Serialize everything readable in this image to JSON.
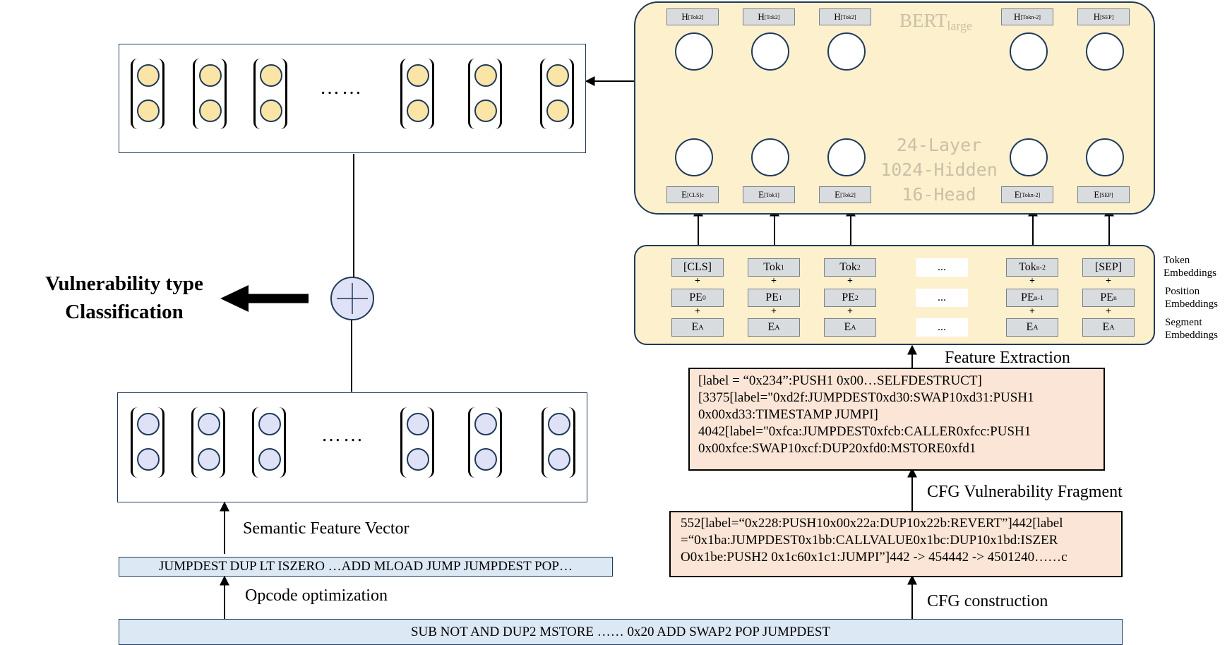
{
  "bert": {
    "title_main": "BERT",
    "title_sub": "large",
    "config_lines": [
      "24-Layer",
      "1024-Hidden",
      "16-Head"
    ],
    "h_labels": [
      {
        "base": "H",
        "sub": "[Tok2]"
      },
      {
        "base": "H",
        "sub": "[Tok2]"
      },
      {
        "base": "H",
        "sub": "[Tok2]"
      },
      {
        "base": "H",
        "sub": "[Tokn-2]"
      },
      {
        "base": "H",
        "sub": "[SEP]"
      }
    ],
    "e_labels": [
      {
        "base": "E",
        "sub": "[CLS]c"
      },
      {
        "base": "E",
        "sub": "[Tok1]"
      },
      {
        "base": "E",
        "sub": "[Tok2]"
      },
      {
        "base": "E",
        "sub": "[Tokn-2]"
      },
      {
        "base": "E",
        "sub": "[SEP]"
      }
    ]
  },
  "embeddings": {
    "token_row": [
      {
        "base": "[CLS]",
        "sub": ""
      },
      {
        "base": "Tok",
        "sub": "1"
      },
      {
        "base": "Tok",
        "sub": "2"
      },
      {
        "base": "...",
        "sub": ""
      },
      {
        "base": "Tok",
        "sub": "n-2"
      },
      {
        "base": "[SEP]",
        "sub": ""
      }
    ],
    "position_row": [
      {
        "base": "PE",
        "sub": "0"
      },
      {
        "base": "PE",
        "sub": "1"
      },
      {
        "base": "PE",
        "sub": "2"
      },
      {
        "base": "...",
        "sub": ""
      },
      {
        "base": "PE",
        "sub": "n-1"
      },
      {
        "base": "PE",
        "sub": "n"
      }
    ],
    "segment_row": [
      {
        "base": "E",
        "sub": "A"
      },
      {
        "base": "E",
        "sub": "A"
      },
      {
        "base": "E",
        "sub": "A"
      },
      {
        "base": "...",
        "sub": ""
      },
      {
        "base": "E",
        "sub": "A"
      },
      {
        "base": "E",
        "sub": "A"
      }
    ],
    "plus_sign": "+",
    "side_labels": {
      "token": [
        "Token",
        "Embeddings"
      ],
      "position": [
        "Position",
        "Embeddings"
      ],
      "segment": [
        "Segment",
        "Embeddings"
      ]
    }
  },
  "labels": {
    "feature_extraction": "Feature Extraction",
    "cfg_vulnerability_fragment": "CFG Vulnerability Fragment",
    "cfg_construction": "CFG construction",
    "semantic_feature_vector": "Semantic Feature Vector",
    "opcode_optimization": "Opcode optimization",
    "classification": [
      "Vulnerability type",
      "Classification"
    ],
    "ellipsis": "……"
  },
  "boxes": {
    "fragment_lines": [
      "[label = “0x234”:PUSH1 0x00…SELFDESTRUCT]",
      "[3375[label=\"0xd2f:JUMPDEST0xd30:SWAP10xd31:PUSH1",
      "0x00xd33:TIMESTAMP JUMPI]",
      "4042[label=\"0xfca:JUMPDEST0xfcb:CALLER0xfcc:PUSH1",
      "0x00xfce:SWAP10xcf:DUP20xfd0:MSTORE0xfd1"
    ],
    "cfg_lines": [
      "552[label=“0x228:PUSH10x00x22a:DUP10x22b:REVERT”]442[label",
      "=“0x1ba:JUMPDEST0x1bb:CALLVALUE0x1bc:DUP10x1bd:ISZER",
      "O0x1be:PUSH2 0x1c60x1c1:JUMPI”]442 -> 454442 -> 4501240……c"
    ],
    "optimized_opcodes": "JUMPDEST DUP LT ISZERO …ADD MLOAD JUMP JUMPDEST POP…",
    "raw_opcodes": "SUB NOT AND DUP2 MSTORE …… 0x20 ADD SWAP2 POP JUMPDEST"
  },
  "colors": {
    "bert_panel": "#fdf0cc",
    "yellow_circle": "#fbe5a6",
    "blue_circle": "#dfe1f7",
    "peach_box": "#fbe5d6",
    "opcode_bar": "#dde8f5",
    "outline": "#1f3a5a"
  }
}
